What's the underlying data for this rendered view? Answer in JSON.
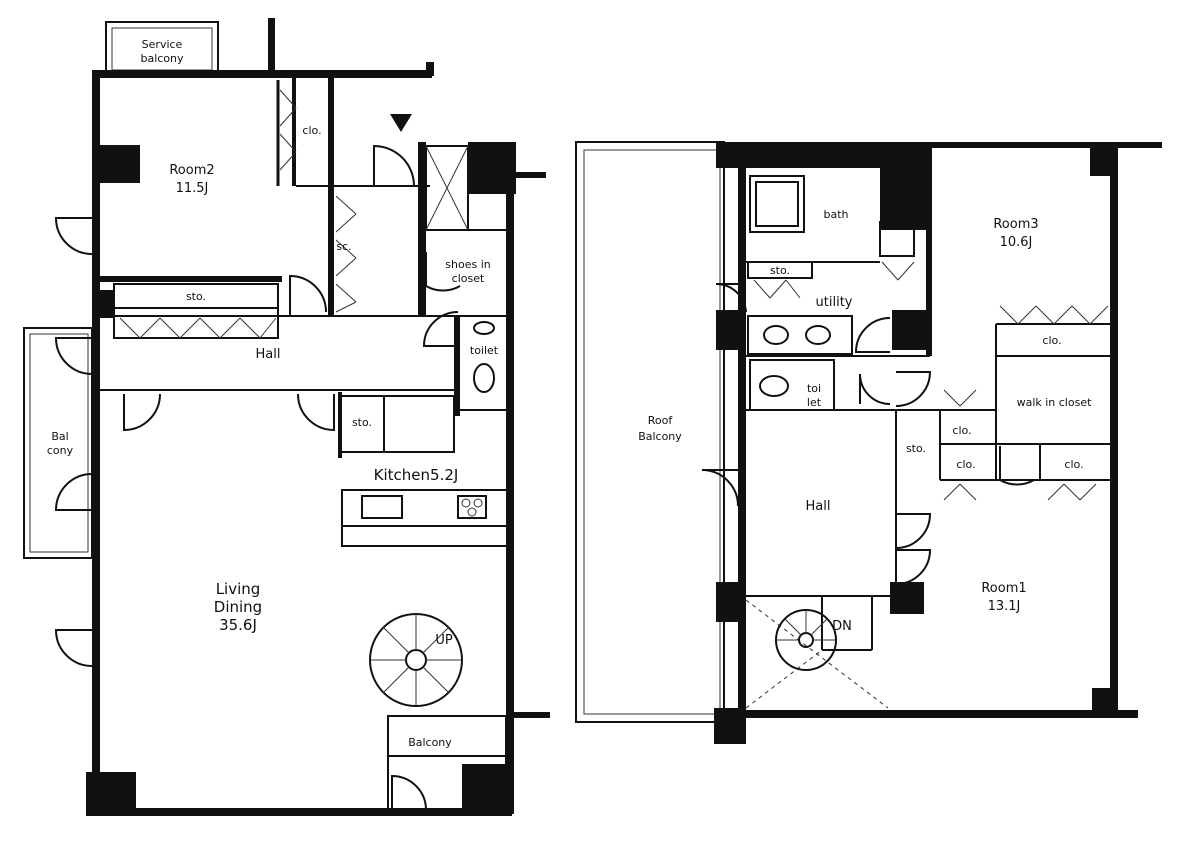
{
  "labels": {
    "service_balcony_1": "Service",
    "service_balcony_2": "balcony",
    "room2_name": "Room2",
    "room2_size": "11.5J",
    "clo_room2": "clo.",
    "sc": "sc.",
    "shoes_in_closet_1": "shoes in",
    "shoes_in_closet_2": "closet",
    "sto_hall": "sto.",
    "hall": "Hall",
    "toilet_1f": "toilet",
    "balcony_1": "Bal",
    "balcony_2": "cony",
    "sto_kitchen": "sto.",
    "kitchen": "Kitchen5.2J",
    "living_1": "Living",
    "living_2": "Dining",
    "living_size": "35.6J",
    "up": "UP",
    "balcony_bottom": "Balcony",
    "bath": "bath",
    "room3_name": "Room3",
    "room3_size": "10.6J",
    "sto_utility": "sto.",
    "utility": "utility",
    "clo_room3": "clo.",
    "toilet_2f_1": "toi",
    "toilet_2f_2": "let",
    "walk_in_closet": "walk in closet",
    "roof_balcony_1": "Roof",
    "roof_balcony_2": "Balcony",
    "clo_a": "clo.",
    "sto_2f": "sto.",
    "clo_b": "clo.",
    "clo_c": "clo.",
    "hall_2f": "Hall",
    "room1_name": "Room1",
    "room1_size": "13.1J",
    "dn": "DN"
  }
}
